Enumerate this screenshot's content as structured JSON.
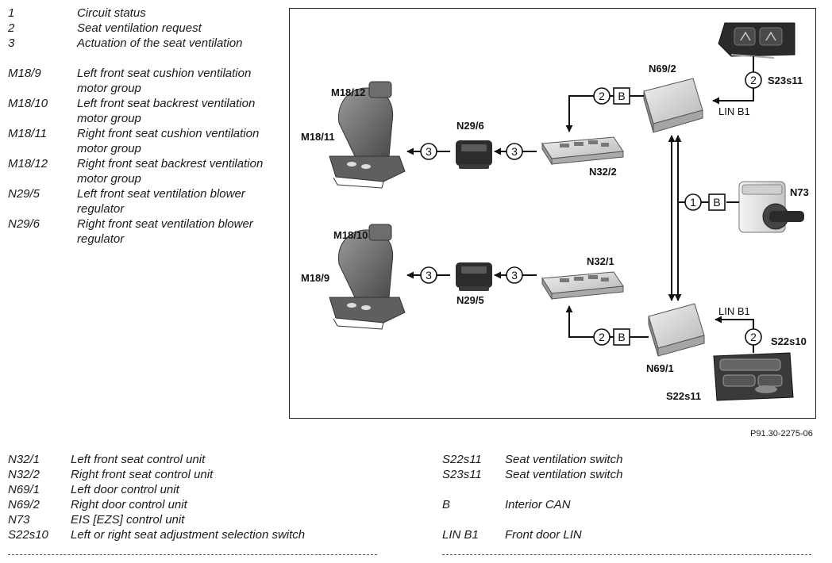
{
  "legend_top": [
    {
      "code": "1",
      "desc": "Circuit status"
    },
    {
      "code": "2",
      "desc": "Seat ventilation request"
    },
    {
      "code": "3",
      "desc": "Actuation of the seat ventilation"
    },
    {
      "code": "M18/9",
      "desc": "Left front seat cushion ventilation motor group"
    },
    {
      "code": "M18/10",
      "desc": "Left front seat backrest ventilation motor group"
    },
    {
      "code": "M18/11",
      "desc": "Right front seat cushion ventilation motor group"
    },
    {
      "code": "M18/12",
      "desc": "Right front seat backrest ventilation motor group"
    },
    {
      "code": "N29/5",
      "desc": "Left front seat ventilation blower regulator"
    },
    {
      "code": "N29/6",
      "desc": "Right front seat ventilation blower regulator"
    }
  ],
  "legend_bottom_left": [
    {
      "code": "N32/1",
      "desc": "Left front seat control unit"
    },
    {
      "code": "N32/2",
      "desc": "Right front seat control unit"
    },
    {
      "code": "N69/1",
      "desc": "Left door control unit"
    },
    {
      "code": "N69/2",
      "desc": "Right door control unit"
    },
    {
      "code": "N73",
      "desc": "EIS [EZS] control unit"
    },
    {
      "code": "S22s10",
      "desc": "Left or right seat adjustment selection switch"
    }
  ],
  "legend_bottom_right": [
    {
      "code": "S22s11",
      "desc": "Seat ventilation switch"
    },
    {
      "code": "S23s11",
      "desc": "Seat ventilation switch"
    },
    {
      "code": "B",
      "desc": "Interior CAN"
    },
    {
      "code": "LIN B1",
      "desc": "Front door LIN"
    }
  ],
  "figure_ref": "P91.30-2275-06",
  "diagram": {
    "labels": {
      "m18_12": "M18/12",
      "m18_11": "M18/11",
      "n29_6": "N29/6",
      "n32_2": "N32/2",
      "m18_10": "M18/10",
      "m18_9": "M18/9",
      "n29_5": "N29/5",
      "n32_1": "N32/1",
      "n69_2": "N69/2",
      "n69_1": "N69/1",
      "n73": "N73",
      "s23s11": "S23s11",
      "s22s10": "S22s10",
      "s22s11": "S22s11",
      "lin_top": "LIN B1",
      "lin_bottom": "LIN B1"
    },
    "markers": {
      "circuit_status": "1",
      "request": "2",
      "actuation": "3",
      "can_bus": "B"
    }
  }
}
